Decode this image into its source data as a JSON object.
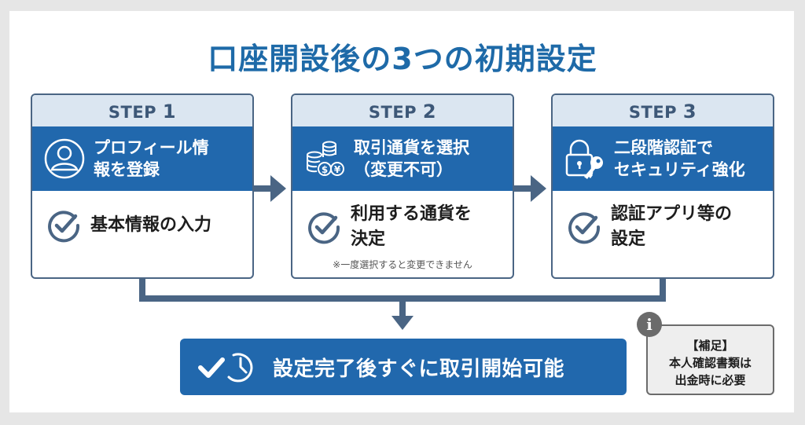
{
  "title": "口座開設後の3つの初期設定",
  "colors": {
    "accent": "#2168ad",
    "title": "#1e6aa8",
    "border": "#4a6584",
    "header_bg": "#dbe6f1",
    "info_gray": "#6b6b6b"
  },
  "steps": [
    {
      "step_label": "STEP",
      "step_number": "1",
      "icon": "user-profile-icon",
      "title_line1": "プロフィール情",
      "title_line2": "報を登録",
      "body_line1": "基本情報の入力",
      "body_line2": "",
      "note": ""
    },
    {
      "step_label": "STEP",
      "step_number": "2",
      "icon": "coins-currency-icon",
      "title_line1": "取引通貨を選択",
      "title_line2": "（変更不可）",
      "body_line1": "利用する通貨を",
      "body_line2": "決定",
      "note": "※一度選択すると変更できません"
    },
    {
      "step_label": "STEP",
      "step_number": "3",
      "icon": "lock-key-icon",
      "title_line1": "二段階認証で",
      "title_line2": "セキュリティ強化",
      "body_line1": "認証アプリ等の",
      "body_line2": "設定",
      "note": ""
    }
  ],
  "result": {
    "icon": "check-clock-icon",
    "label": "設定完了後すぐに取引開始可能"
  },
  "info": {
    "icon_glyph": "i",
    "heading": "【補足】",
    "line1": "本人確認書類は",
    "line2": "出金時に必要"
  }
}
